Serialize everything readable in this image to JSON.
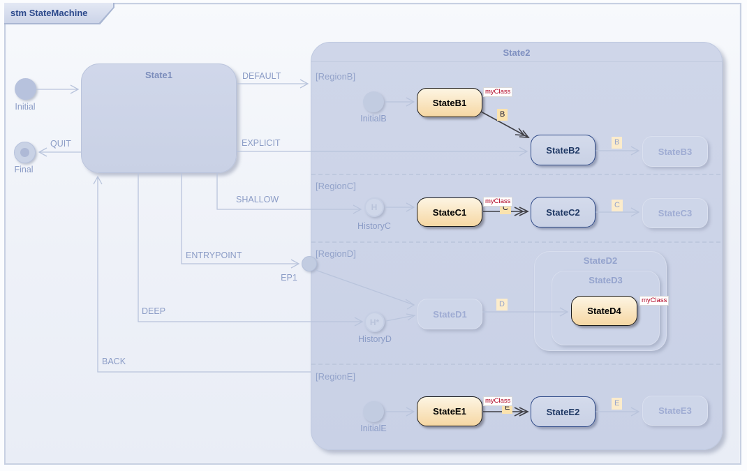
{
  "frame": {
    "tab": "stm StateMachine"
  },
  "containers": {
    "state1": "State1",
    "state2": "State2"
  },
  "regions": {
    "b": "[RegionB]",
    "c": "[RegionC]",
    "d": "[RegionD]",
    "e": "[RegionE]"
  },
  "pseudostates": {
    "initial": "Initial",
    "final": "Final",
    "initialB": "InitialB",
    "initialE": "InitialE",
    "historyC": "HistoryC",
    "historyC_glyph": "H",
    "historyD": "HistoryD",
    "historyD_glyph": "H*",
    "ep1": "EP1"
  },
  "states": {
    "b1": "StateB1",
    "b2": "StateB2",
    "b3": "StateB3",
    "c1": "StateC1",
    "c2": "StateC2",
    "c3": "StateC3",
    "d1": "StateD1",
    "d2": "StateD2",
    "d3": "StateD3",
    "d4": "StateD4",
    "e1": "StateE1",
    "e2": "StateE2",
    "e3": "StateE3"
  },
  "stereotype": "myClass",
  "transitions": {
    "default": "DEFAULT",
    "explicit": "EXPLICIT",
    "quit": "QUIT",
    "shallow": "SHALLOW",
    "entrypoint": "ENTRYPOINT",
    "deep": "DEEP",
    "back": "BACK",
    "b1_b2": "B",
    "b2_b3": "B",
    "c1_c2": "C",
    "c2_c3": "C",
    "d1_d4": "D",
    "e1_e2": "E",
    "e2_e3": "E"
  },
  "colors": {
    "highlight_fill": "#f6d7a3",
    "highlight_border": "#1c1c1c",
    "active_border": "#2e4987",
    "stereotype_red": "#b00020",
    "trigger_label_bg": "#fbe3ae",
    "container_fill": "#cbd3e7",
    "muted_blue": "#8b9cc6"
  }
}
